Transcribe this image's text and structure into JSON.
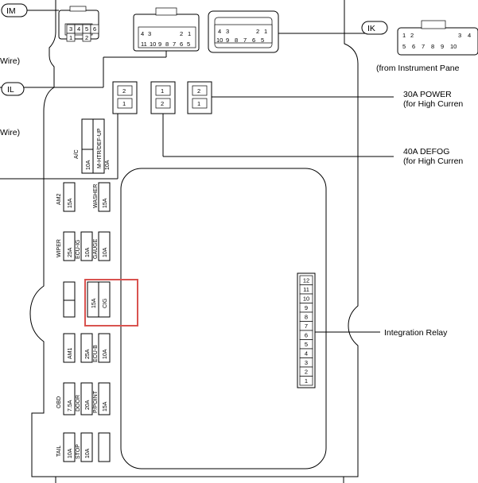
{
  "connectors": {
    "im": {
      "tag": "IM",
      "pins_top": [
        "3",
        "4",
        "5",
        "6"
      ],
      "pins_bottom": [
        "1",
        "",
        "2",
        ""
      ]
    },
    "il": {
      "tag": "IL"
    },
    "center": {
      "pins_top": [
        "4",
        "3",
        "",
        "",
        "2",
        "1"
      ],
      "pins_bottom": [
        "11",
        "10",
        "9",
        "8",
        "7",
        "6",
        "5"
      ]
    },
    "right": {
      "pins_top": [
        "4",
        "3",
        "",
        "",
        "2",
        "1"
      ],
      "pins_bottom": [
        "10",
        "9",
        "8",
        "7",
        "6",
        "5"
      ]
    },
    "ik": {
      "tag": "IK",
      "pins_top": [
        "1",
        "2",
        "",
        "",
        "3",
        "4"
      ],
      "pins_bottom": [
        "5",
        "6",
        "7",
        "8",
        "9",
        "10"
      ],
      "note": "(from Instrument Pane"
    }
  },
  "left_labels": {
    "wire1": "Wire)",
    "wire2": "Wire)"
  },
  "relays": {
    "r1": {
      "top": "2",
      "bottom": "1"
    },
    "r2": {
      "top": "1",
      "bottom": "2"
    },
    "r3": {
      "top": "2",
      "bottom": "1"
    }
  },
  "callouts": {
    "power_title": "30A POWER",
    "power_sub": "(for High Curren",
    "defog_title": "40A DEFOG",
    "defog_sub": "(for High Curren",
    "integration": "Integration Relay"
  },
  "fuses": {
    "ac_name": "A/C",
    "ac_amp": "10A",
    "mhtr_name": "M-HTR/DEF-UP",
    "mhtr_amp": "10A",
    "am2_name": "AM2",
    "am2_amp": "15A",
    "washer_name": "WASHER",
    "washer_amp": "15A",
    "wiper_name": "WIPER",
    "wiper_amp": "25A",
    "ecuig_name": "ECU-IG",
    "ecuig_amp": "10A",
    "gauge_name": "GAUGE",
    "gauge_amp": "10A",
    "cig_amp": "15A",
    "cig_name": "CIG",
    "am1_name": "AM1",
    "am1_amp": "25A",
    "ecub_name": "ECU-B",
    "ecub_amp": "10A",
    "obd_name": "OBD",
    "obd_amp": "7.5A",
    "door_name": "DOOR",
    "door_amp": "20A",
    "ppoint_name": "P/POINT",
    "ppoint_amp": "15A",
    "tail_name": "TAIL",
    "tail_amp": "10A",
    "stop_name": "STOP",
    "stop_amp": "10A"
  },
  "integration_relay_pins": [
    "12",
    "11",
    "10",
    "9",
    "8",
    "7",
    "6",
    "5",
    "4",
    "3",
    "2",
    "1"
  ],
  "highlight_color": "#d9534f"
}
